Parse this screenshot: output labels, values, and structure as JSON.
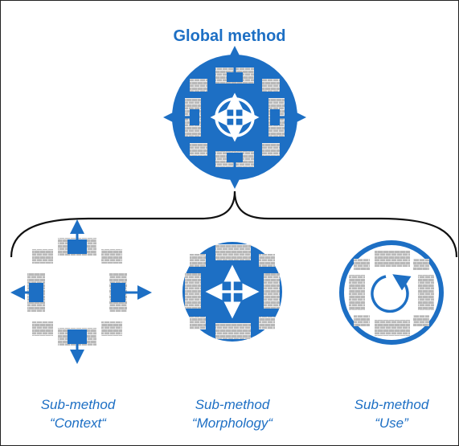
{
  "title": "Global method",
  "colors": {
    "blue": "#1d6fc4",
    "gray": "#aeaeae",
    "white": "#ffffff"
  },
  "submethods": [
    {
      "line1": "Sub-method",
      "line2": "“Context“"
    },
    {
      "line1": "Sub-method",
      "line2": "“Morphology“"
    },
    {
      "line1": "Sub-method",
      "line2": "“Use”"
    }
  ],
  "icons": [
    "global-method-icon",
    "context-icon",
    "morphology-icon",
    "use-icon"
  ]
}
